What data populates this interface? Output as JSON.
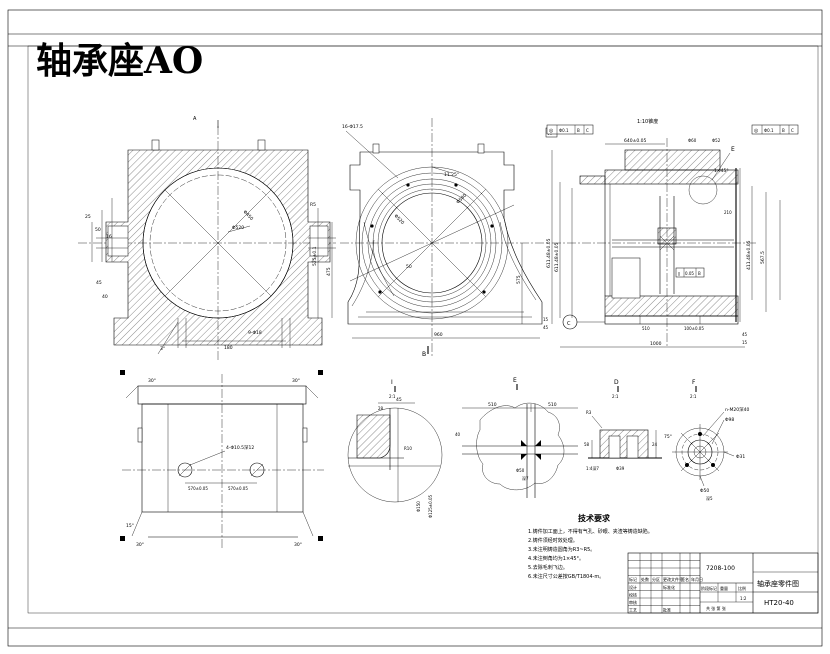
{
  "page": {
    "frame_title": "轴承座AO",
    "title_color": "#ff0000"
  },
  "views": {
    "front": {
      "section_mark": "A",
      "bore": "Φ520",
      "diag": "Φ450",
      "d25": "25",
      "d50": "50",
      "d16": "16",
      "d45": "45",
      "d40": "40",
      "angle3": "3°",
      "base180": "180",
      "holes": "9-Φ18",
      "right1": "525±0.1",
      "right2": "475",
      "r5": "R5"
    },
    "bore": {
      "angle": "11.25°",
      "dia1": "Φ520",
      "dia2": "Φ580",
      "holes": "16-Φ17.5",
      "d50": "50",
      "width": "960",
      "h1": "575",
      "h2": "611.48±0.05",
      "d15": "15",
      "d45": "45",
      "section": "B",
      "datum_a": "A"
    },
    "side": {
      "taper": "1:10锥度",
      "top_dim": "640±0.05",
      "fcf": [
        "◎",
        "Φ0.1",
        "B",
        "C"
      ],
      "fcf2": [
        "◎",
        "Φ0.1",
        "B",
        "C"
      ],
      "inner_fcf": [
        "∥",
        "0.05",
        "B"
      ],
      "dia60": "Φ60",
      "dia52": "Φ52",
      "chamfer": "1×45°",
      "detail": "E",
      "datum": "C",
      "left_h": "611.48±0.05",
      "d210": "210",
      "r1": "411.48±0.05",
      "r2": "567.5",
      "b510": "510",
      "b100": "100±0.05",
      "width": "1000",
      "s45": "45",
      "s15": "15"
    },
    "bottom": {
      "angle_tl": "30°",
      "angle_tr": "30°",
      "angle_bl": "30°",
      "angle_br": "30°",
      "angle15": "15°",
      "holes": "4-Φ10.5深12",
      "dim_l": "570±0.05",
      "dim_r": "570±0.05"
    },
    "detail_i": {
      "label": "Ⅰ",
      "scale": "2:1",
      "d45": "45",
      "d28": "28",
      "dia1": "Φ150",
      "dia2": "Φ125±0.05",
      "r10": "R10"
    },
    "cross": {
      "label": "E",
      "d510l": "510",
      "d510r": "510",
      "d40": "40",
      "dia": "Φ50",
      "depth": "深7"
    },
    "detail_d": {
      "label": "D",
      "scale": "2:1",
      "d58": "58",
      "d24": "24",
      "taper": "1:4深7",
      "r3": "R3",
      "dia39": "Φ39"
    },
    "detail_f": {
      "label": "F",
      "scale": "2:1",
      "holes": "n-M20深40",
      "dia1": "Φ98",
      "dia2": "Φ31",
      "dia3": "Φ50",
      "depth": "深5",
      "angle": "75°"
    }
  },
  "tech": {
    "heading": "技术要求",
    "items": [
      "1.铸件加工面上，不得有气孔、砂眼、夹渣等铸造缺陷。",
      "2.铸件须经时效处理。",
      "3.未注明铸造圆角为R3~R5。",
      "4.未注倒角均为1×45°。",
      "5.去除毛刺飞边。",
      "6.未注尺寸公差按GB/T1804-m。"
    ]
  },
  "title_block": {
    "drawing_no": "7208-100",
    "part_name": "轴承座零件图",
    "material": "HT20-40",
    "rev_cols": [
      "标记",
      "处数",
      "分区",
      "更改文件号",
      "签名",
      "年月日"
    ],
    "role1": "设计",
    "role2": "校核",
    "role3": "审核",
    "role4": "工艺",
    "role5": "标准化",
    "role6": "批准",
    "stage_label": "阶段标记",
    "weight_label": "重量",
    "scale_label": "比例",
    "scale_value": "1:2",
    "sheet_label": "共 张 第 张"
  }
}
